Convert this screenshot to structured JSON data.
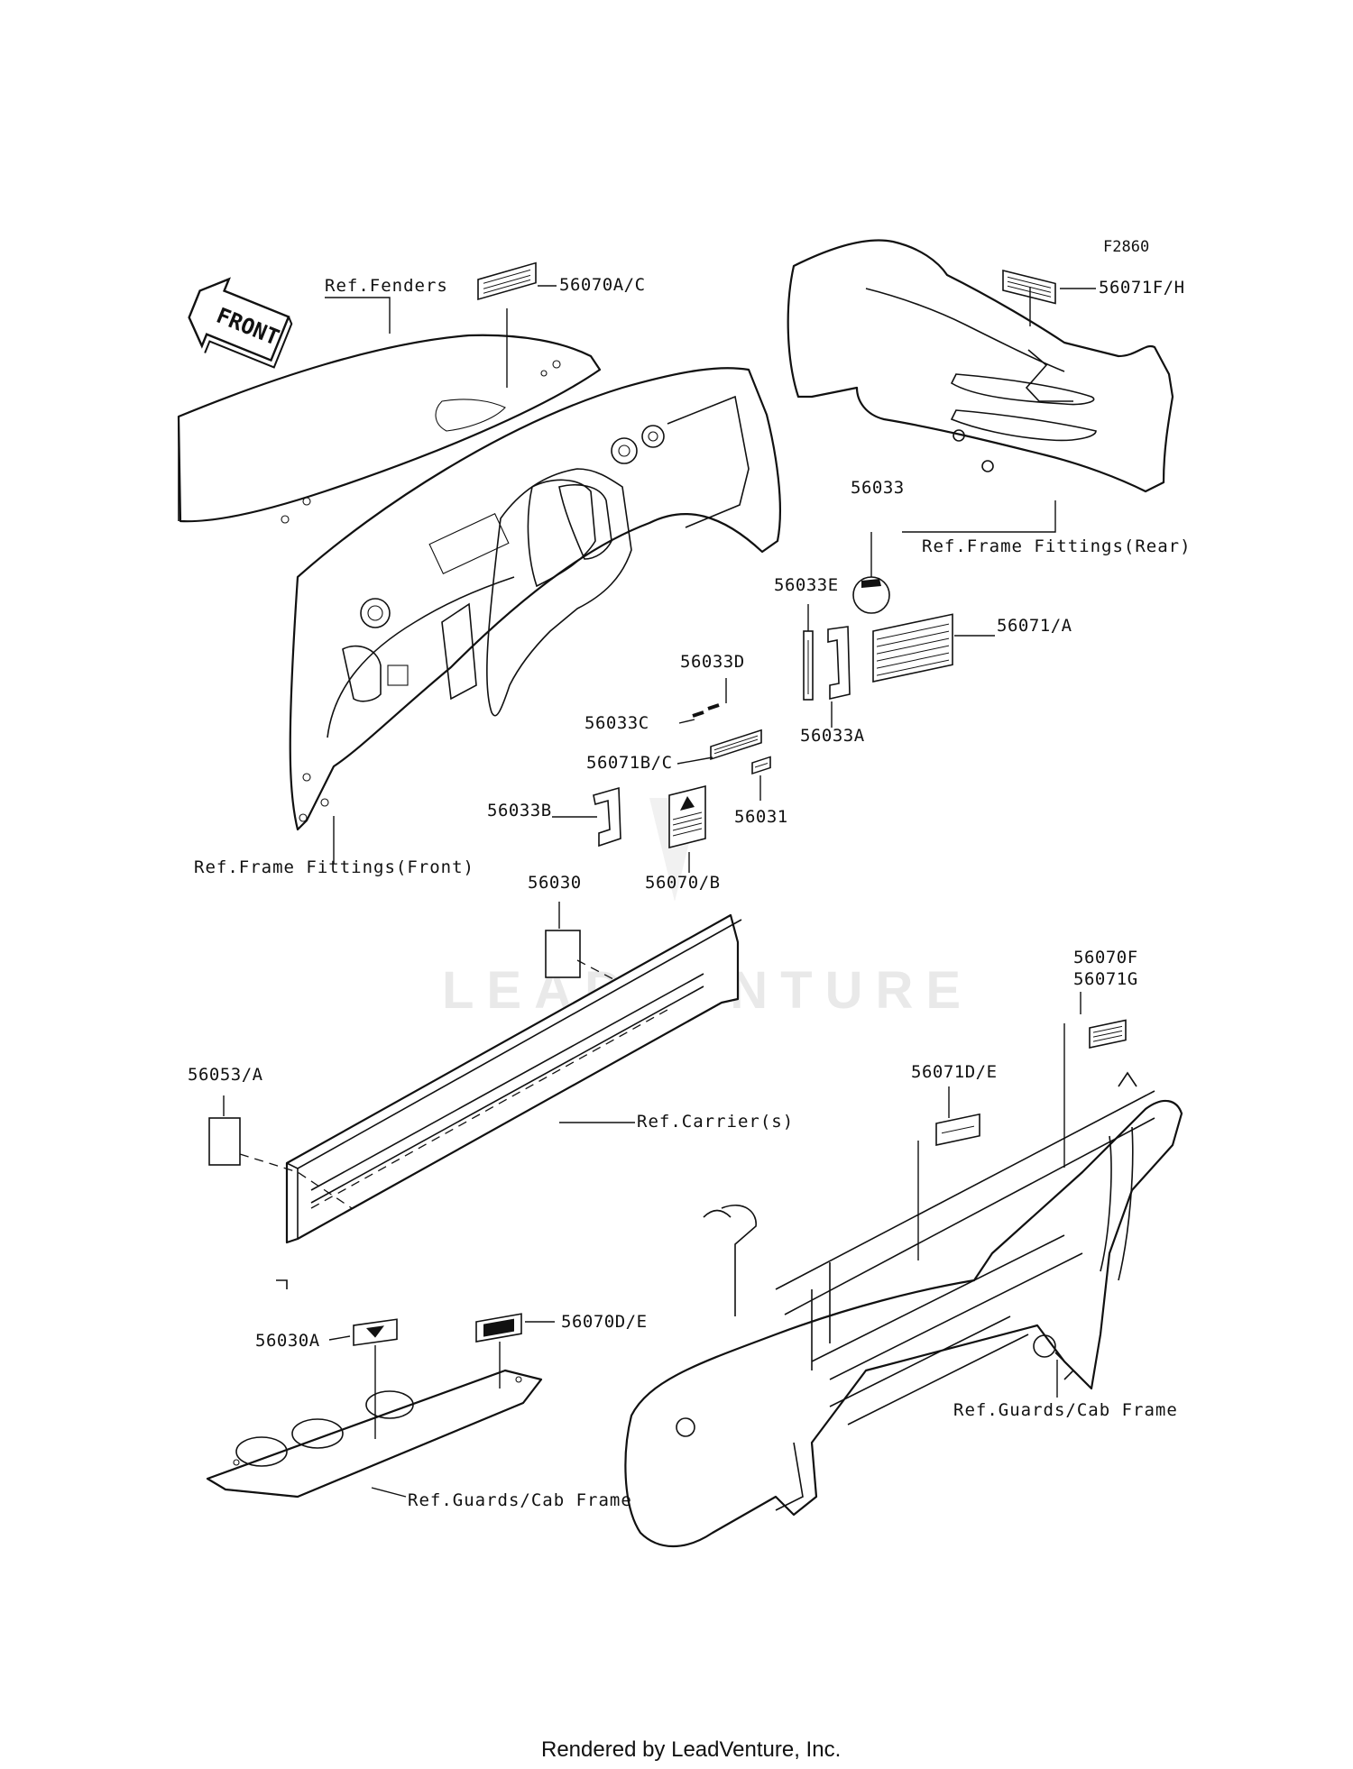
{
  "figure_code": "F2860",
  "front_arrow_text": "FRONT",
  "watermark": "LEADVENTURE",
  "footer": "Rendered by LeadVenture, Inc.",
  "parts": {
    "p56070AC": "56070A/C",
    "p56071FH": "56071F/H",
    "p56033": "56033",
    "p56033E": "56033E",
    "p56071A": "56071/A",
    "p56033D": "56033D",
    "p56033C": "56033C",
    "p56033A": "56033A",
    "p56071BC": "56071B/C",
    "p56033B": "56033B",
    "p56031": "56031",
    "p56070B": "56070/B",
    "p56030": "56030",
    "p56070F": "56070F",
    "p56071G": "56071G",
    "p56071DE": "56071D/E",
    "p56053A": "56053/A",
    "p56030A": "56030A",
    "p56070DE": "56070D/E"
  },
  "refs": {
    "fenders": "Ref.Fenders",
    "frame_rear": "Ref.Frame Fittings(Rear)",
    "frame_front": "Ref.Frame Fittings(Front)",
    "carrier": "Ref.Carrier(s)",
    "guards_cab_right": "Ref.Guards/Cab Frame",
    "guards_cab_left": "Ref.Guards/Cab Frame"
  }
}
